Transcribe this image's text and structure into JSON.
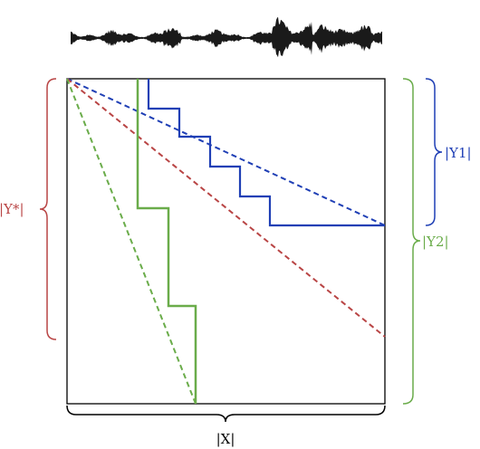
{
  "labels": {
    "y_star": "|Y*|",
    "y1": "|Y1|",
    "y2": "|Y2|",
    "x": "|X|"
  },
  "colors": {
    "blue": "#1f3fb5",
    "red": "#b94545",
    "green": "#6aac4a",
    "black": "#000000"
  }
}
